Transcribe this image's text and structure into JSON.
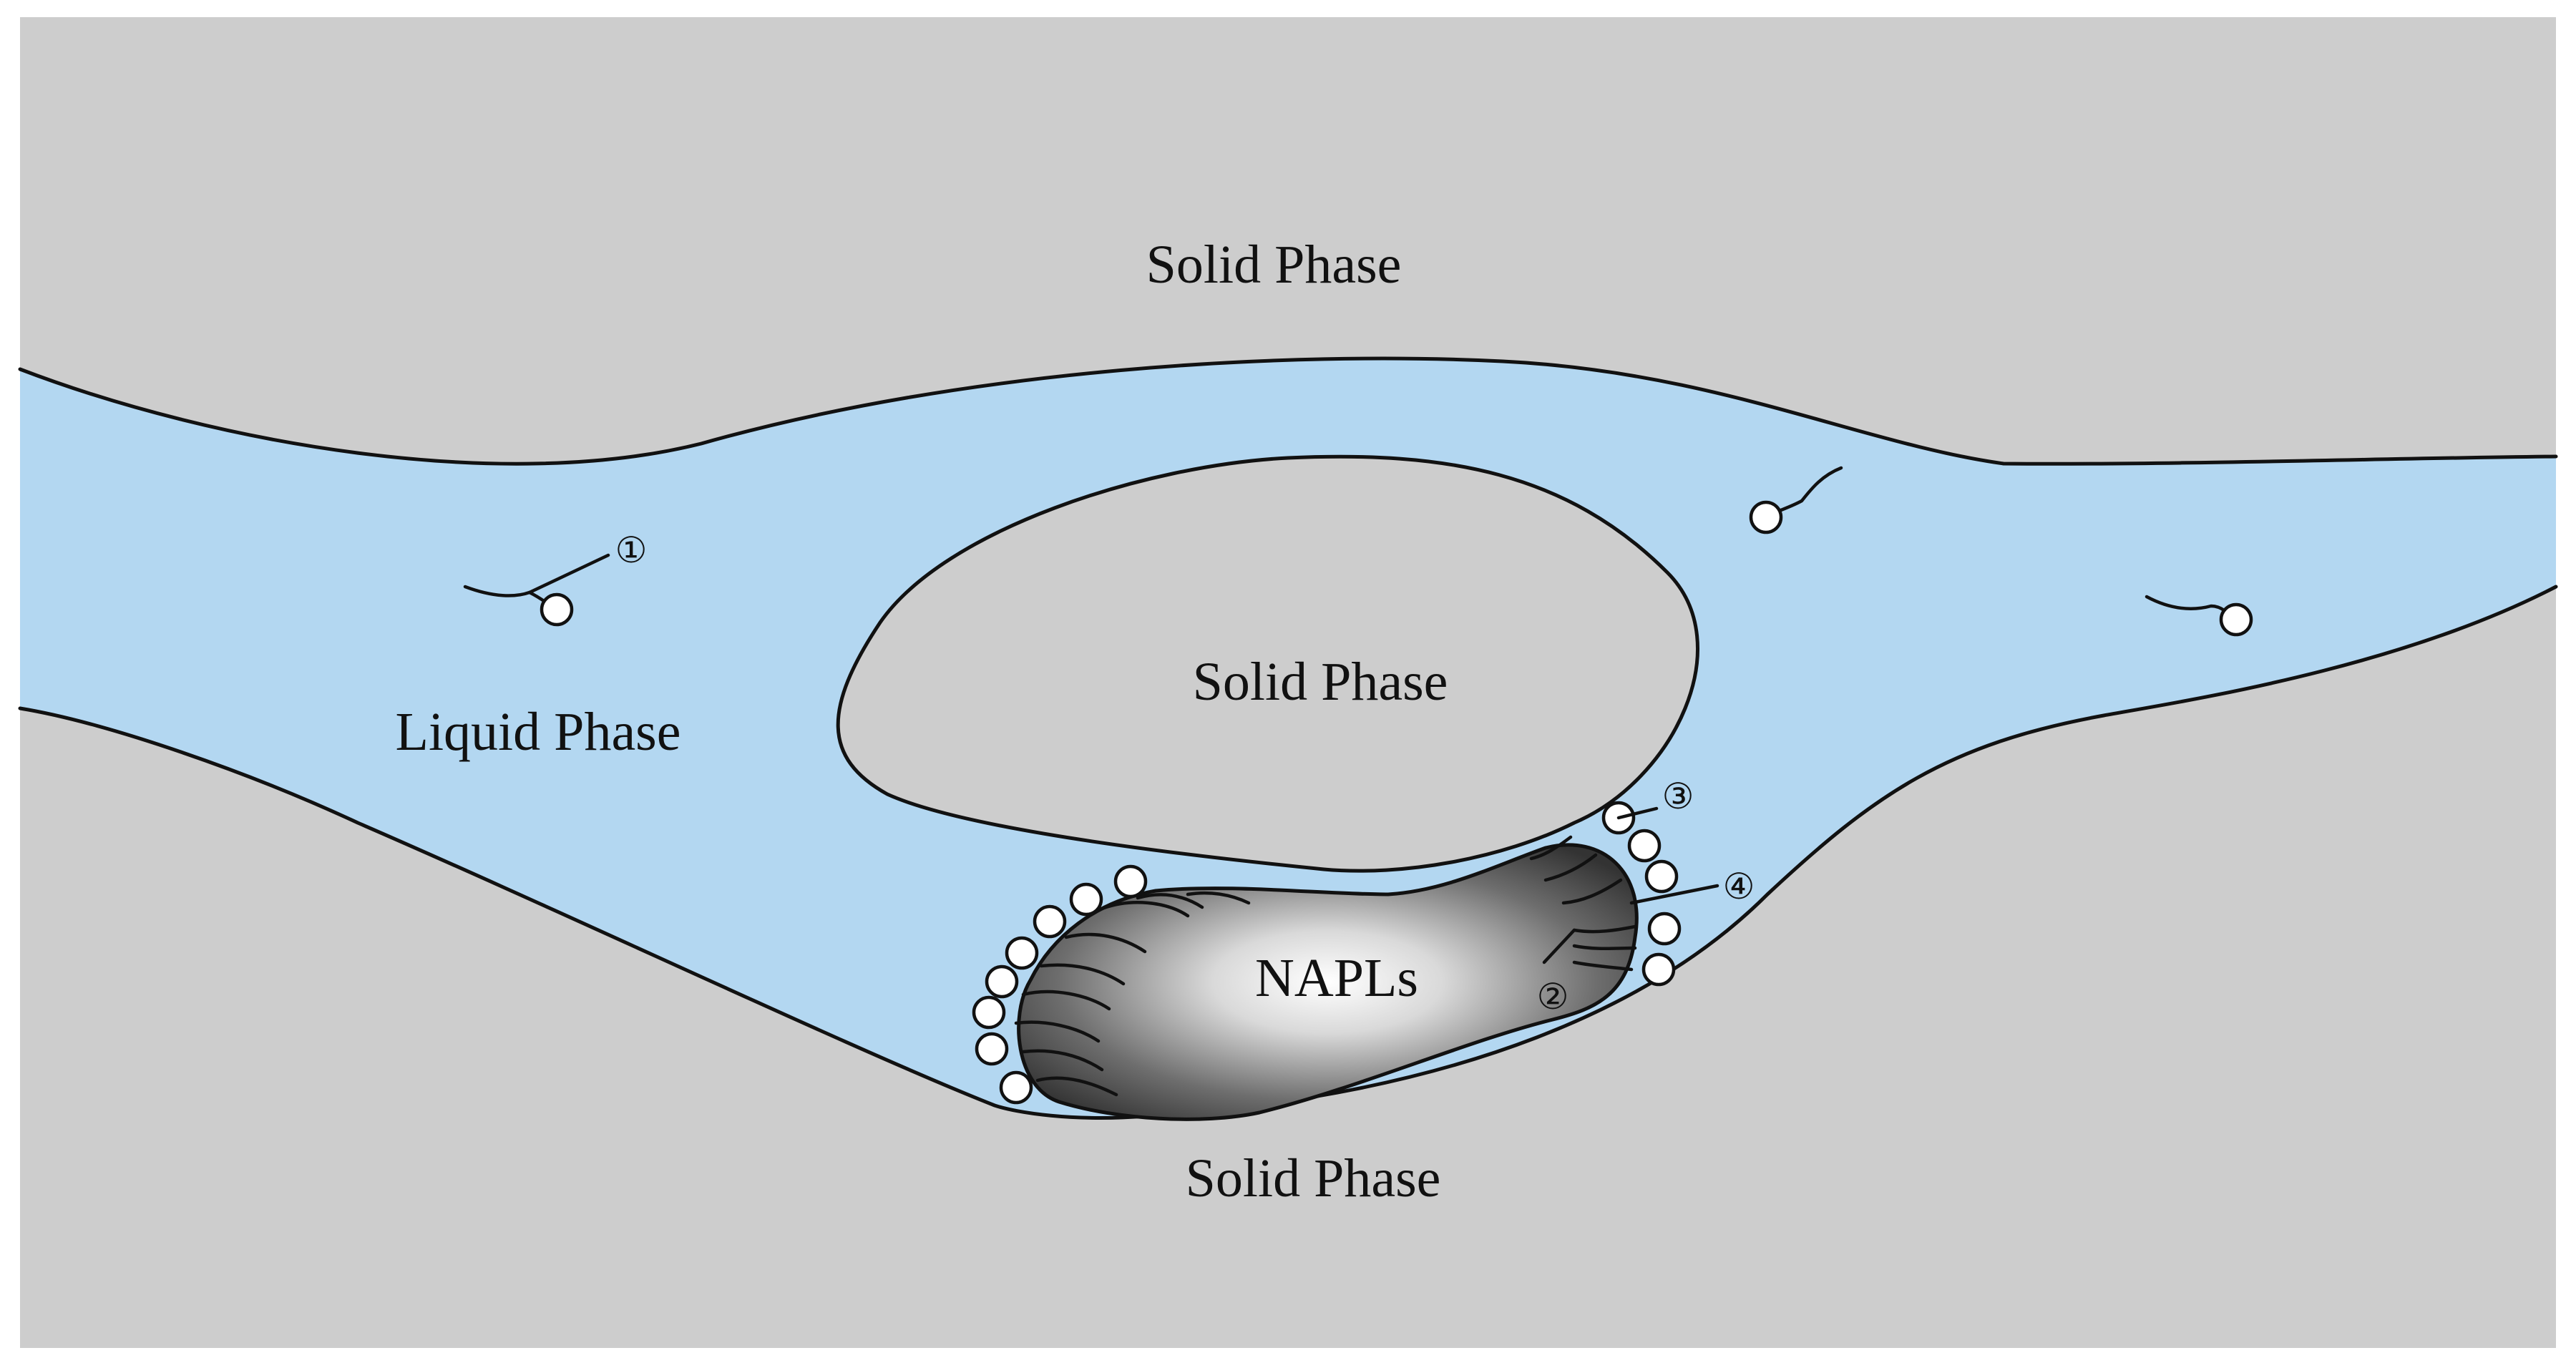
{
  "labels": {
    "solid_top": "Solid Phase",
    "solid_center": "Solid Phase",
    "solid_bottom": "Solid Phase",
    "liquid": "Liquid Phase",
    "napls": "NAPLs"
  },
  "markers": {
    "m1": "①",
    "m2": "②",
    "m3": "③",
    "m4": "④"
  },
  "colors": {
    "solid": "#cdcdcd",
    "liquid": "#b3d7f1",
    "napl_center": "#ffffff",
    "napl_edge": "#333333",
    "outline": "#111111"
  }
}
